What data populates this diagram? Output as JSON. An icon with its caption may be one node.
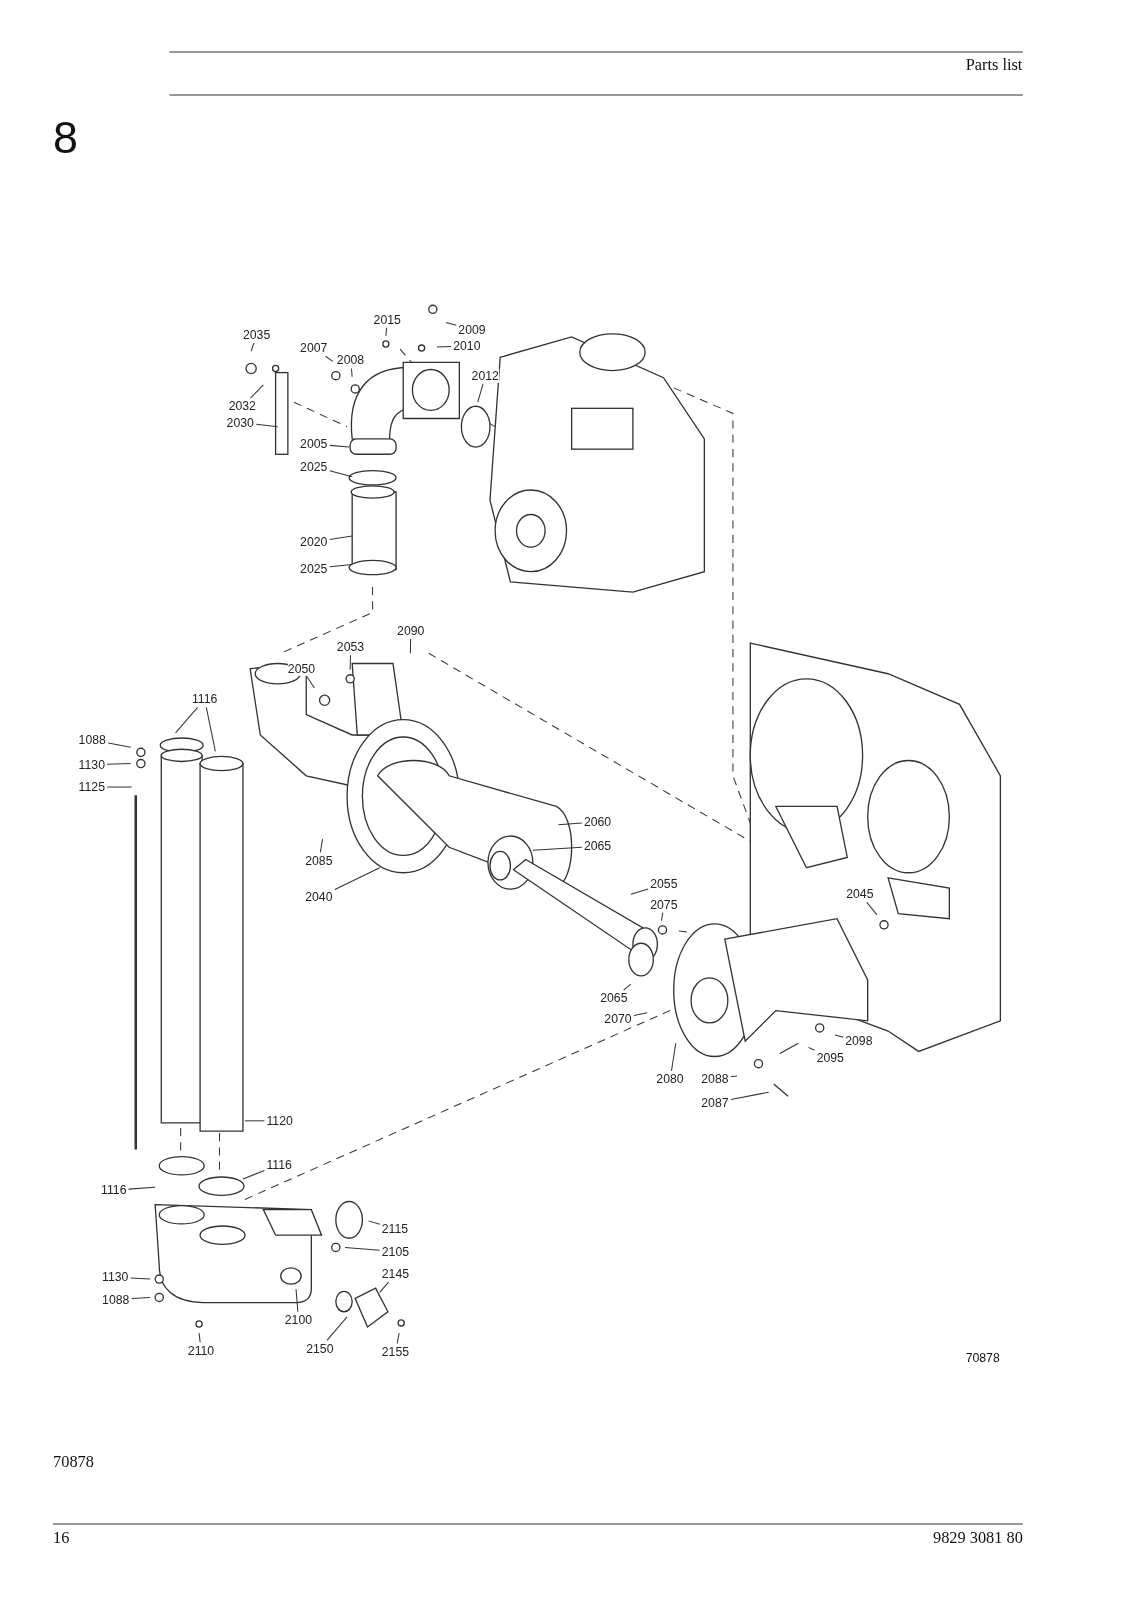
{
  "diagram": {
    "nodes": [
      {
        "text": [
          "2035"
        ]
      },
      {
        "text": [
          "2032"
        ]
      },
      {
        "text": [
          "2030"
        ]
      },
      {
        "text": [
          "2007"
        ]
      },
      {
        "text": [
          "2008"
        ]
      },
      {
        "text": [
          "2015"
        ]
      },
      {
        "text": [
          "2009"
        ]
      },
      {
        "text": [
          "2010"
        ]
      },
      {
        "text": [
          "2012"
        ]
      },
      {
        "text": [
          "2005"
        ]
      },
      {
        "text": [
          "2025"
        ]
      },
      {
        "text": [
          "2020"
        ]
      },
      {
        "text": [
          "2025"
        ]
      },
      {
        "text": [
          "2090"
        ]
      },
      {
        "text": [
          "2053"
        ]
      },
      {
        "text": [
          "2050"
        ]
      },
      {
        "text": [
          "1116"
        ]
      },
      {
        "text": [
          "1088"
        ]
      },
      {
        "text": [
          "1130"
        ]
      },
      {
        "text": [
          "1125"
        ]
      },
      {
        "text": [
          "2060"
        ]
      },
      {
        "text": [
          "2065"
        ]
      },
      {
        "text": [
          "2085"
        ]
      },
      {
        "text": [
          "2040"
        ]
      },
      {
        "text": [
          "2055"
        ]
      },
      {
        "text": [
          "2075"
        ]
      },
      {
        "text": [
          "2045"
        ]
      },
      {
        "text": [
          "2065"
        ]
      },
      {
        "text": [
          "2070"
        ]
      },
      {
        "text": [
          "2098"
        ]
      },
      {
        "text": [
          "2095"
        ]
      },
      {
        "text": [
          "2080"
        ]
      },
      {
        "text": [
          "2088"
        ]
      },
      {
        "text": [
          "2087"
        ]
      },
      {
        "text": [
          "1120"
        ]
      },
      {
        "text": [
          "1116"
        ]
      },
      {
        "text": [
          "1116"
        ]
      },
      {
        "text": [
          "2115"
        ]
      },
      {
        "text": [
          "2105"
        ]
      },
      {
        "text": [
          "2145"
        ]
      },
      {
        "text": [
          "1130"
        ]
      },
      {
        "text": [
          "1088"
        ]
      },
      {
        "text": [
          "2100"
        ]
      },
      {
        "text": [
          "2150"
        ]
      },
      {
        "text": [
          "2110"
        ]
      },
      {
        "text": [
          "2155"
        ]
      }
    ],
    "edges": [
      {
        "from": 0,
        "to": null,
        "arrow": "none"
      },
      {
        "from": 1,
        "to": null,
        "arrow": "none"
      },
      {
        "from": 2,
        "to": null,
        "arrow": "none"
      },
      {
        "from": 3,
        "to": null,
        "arrow": "none"
      },
      {
        "from": 4,
        "to": null,
        "arrow": "none"
      },
      {
        "from": 5,
        "to": null,
        "arrow": "none"
      },
      {
        "from": 6,
        "to": null,
        "arrow": "none"
      },
      {
        "from": 7,
        "to": null,
        "arrow": "none"
      },
      {
        "from": 8,
        "to": null,
        "arrow": "none"
      },
      {
        "from": 9,
        "to": null,
        "arrow": "none"
      },
      {
        "from": 10,
        "to": null,
        "arrow": "none"
      },
      {
        "from": 11,
        "to": null,
        "arrow": "none"
      },
      {
        "from": 12,
        "to": null,
        "arrow": "none"
      },
      {
        "from": 13,
        "to": null,
        "arrow": "none"
      },
      {
        "from": 14,
        "to": null,
        "arrow": "none"
      },
      {
        "from": 15,
        "to": null,
        "arrow": "none"
      },
      {
        "from": 16,
        "to": null,
        "arrow": "none"
      },
      {
        "from": 16,
        "to": null,
        "arrow": "none"
      },
      {
        "from": 17,
        "to": null,
        "arrow": "none"
      },
      {
        "from": 18,
        "to": null,
        "arrow": "none"
      },
      {
        "from": 19,
        "to": null,
        "arrow": "none"
      },
      {
        "from": 20,
        "to": null,
        "arrow": "none"
      },
      {
        "from": 21,
        "to": null,
        "arrow": "none"
      },
      {
        "from": 22,
        "to": null,
        "arrow": "none"
      },
      {
        "from": 23,
        "to": null,
        "arrow": "none"
      },
      {
        "from": 24,
        "to": null,
        "arrow": "none"
      },
      {
        "from": 25,
        "to": null,
        "arrow": "none"
      },
      {
        "from": 26,
        "to": null,
        "arrow": "none"
      },
      {
        "from": 27,
        "to": null,
        "arrow": "none"
      },
      {
        "from": 28,
        "to": null,
        "arrow": "none"
      },
      {
        "from": 29,
        "to": null,
        "arrow": "none"
      },
      {
        "from": 30,
        "to": null,
        "arrow": "none"
      },
      {
        "from": 31,
        "to": null,
        "arrow": "none"
      },
      {
        "from": 32,
        "to": null,
        "arrow": "none"
      },
      {
        "from": 33,
        "to": null,
        "arrow": "none"
      },
      {
        "from": 34,
        "to": null,
        "arrow": "none"
      },
      {
        "from": 35,
        "to": null,
        "arrow": "none"
      },
      {
        "from": 36,
        "to": null,
        "arrow": "none"
      },
      {
        "from": 37,
        "to": null,
        "arrow": "none"
      },
      {
        "from": 38,
        "to": null,
        "arrow": "none"
      },
      {
        "from": 39,
        "to": null,
        "arrow": "none"
      },
      {
        "from": 40,
        "to": null,
        "arrow": "none"
      },
      {
        "from": 41,
        "to": null,
        "arrow": "none"
      },
      {
        "from": 42,
        "to": null,
        "arrow": "none"
      },
      {
        "from": 43,
        "to": null,
        "arrow": "none"
      },
      {
        "from": 44,
        "to": null,
        "arrow": "none"
      },
      {
        "from": 45,
        "to": null,
        "arrow": "none"
      }
    ],
    "labels": [
      "Parts list",
      "8",
      "70878",
      "70878",
      "16",
      "9829 3081 80"
    ]
  }
}
